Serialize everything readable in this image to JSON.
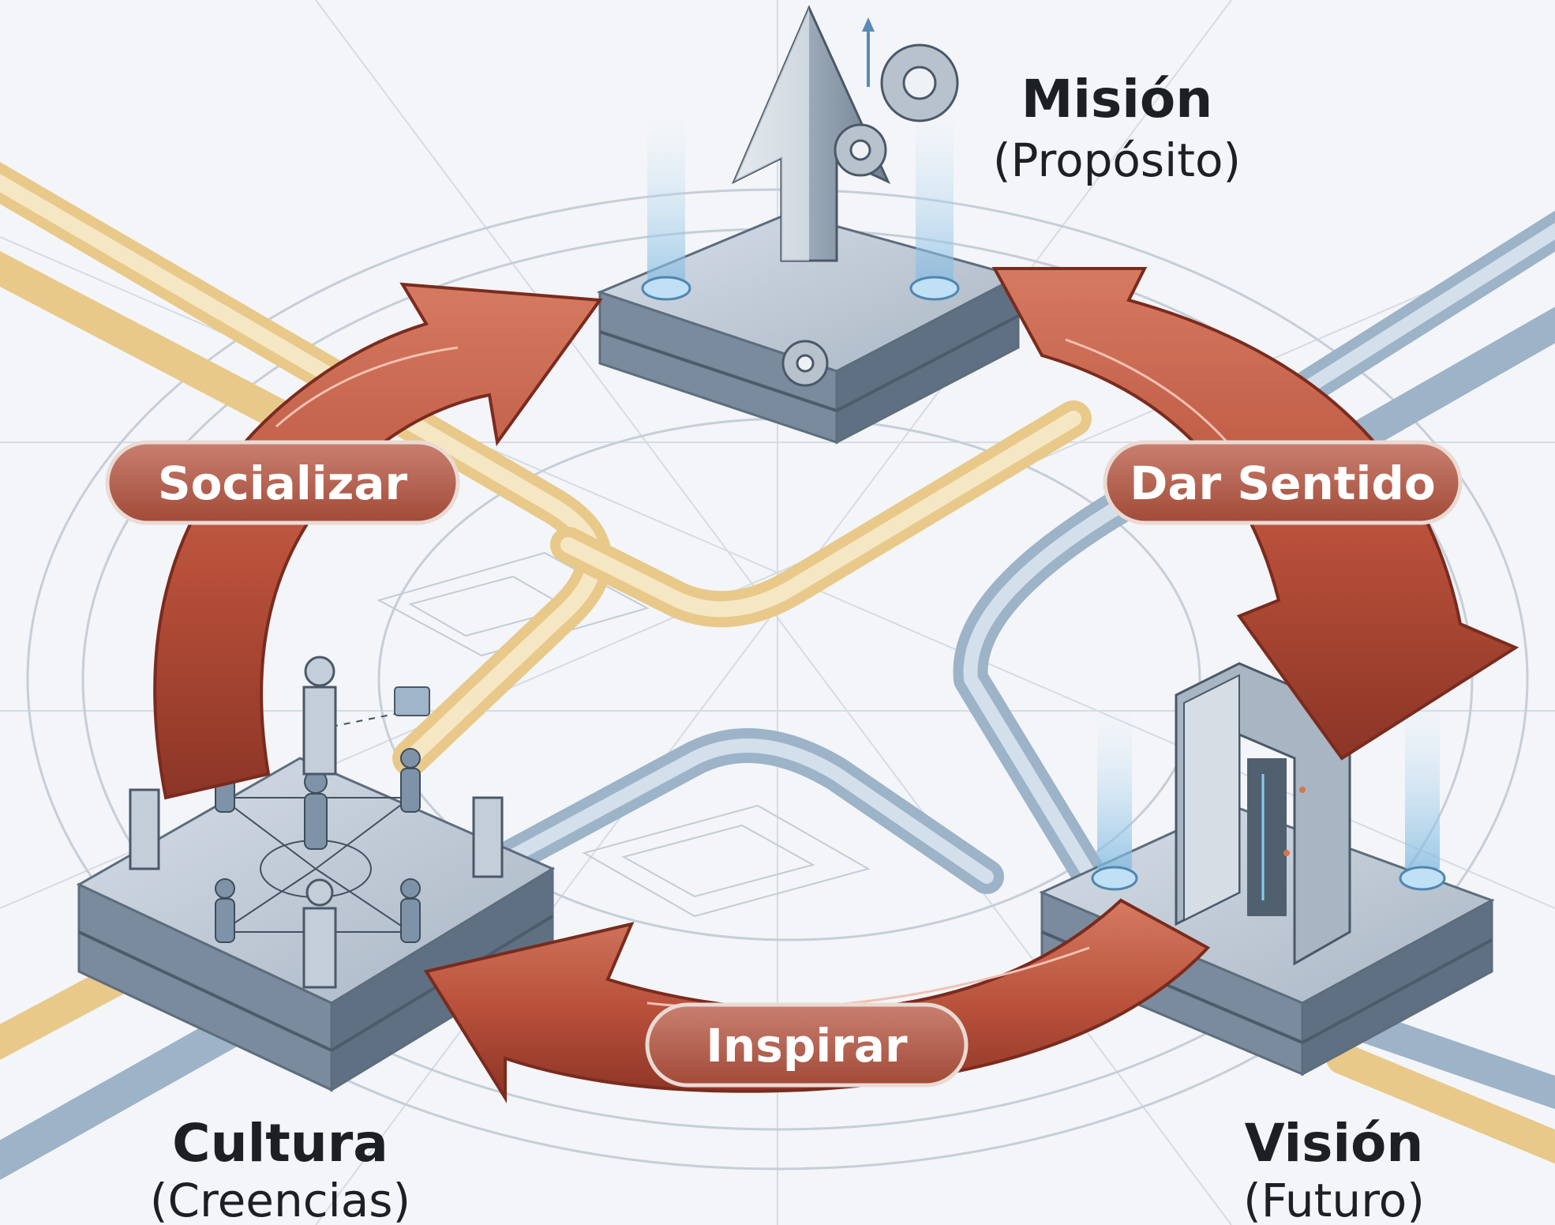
{
  "nodes": {
    "mission": {
      "title": "Misión",
      "subtitle": "(Propósito)"
    },
    "culture": {
      "title": "Cultura",
      "subtitle": "(Creencias)"
    },
    "vision": {
      "title": "Visión",
      "subtitle": "(Futuro)"
    }
  },
  "actions": {
    "socialize": "Socializar",
    "make_sense": "Dar Sentido",
    "inspire": "Inspirar"
  },
  "colors": {
    "arrow": "#b8503a",
    "arrow_dark": "#8c3526",
    "arrow_light": "#d97a62",
    "path_gold": "#e8c98a",
    "path_blue": "#9cb3c8",
    "platform_top": "#bcc7d3",
    "platform_side": "#6d7f92",
    "background": "#f3f5f8"
  },
  "icons": [
    "arrow-up-icon",
    "gear-icon",
    "people-network-icon",
    "pillar-icon",
    "portal-gate-icon",
    "light-beam-icon"
  ]
}
